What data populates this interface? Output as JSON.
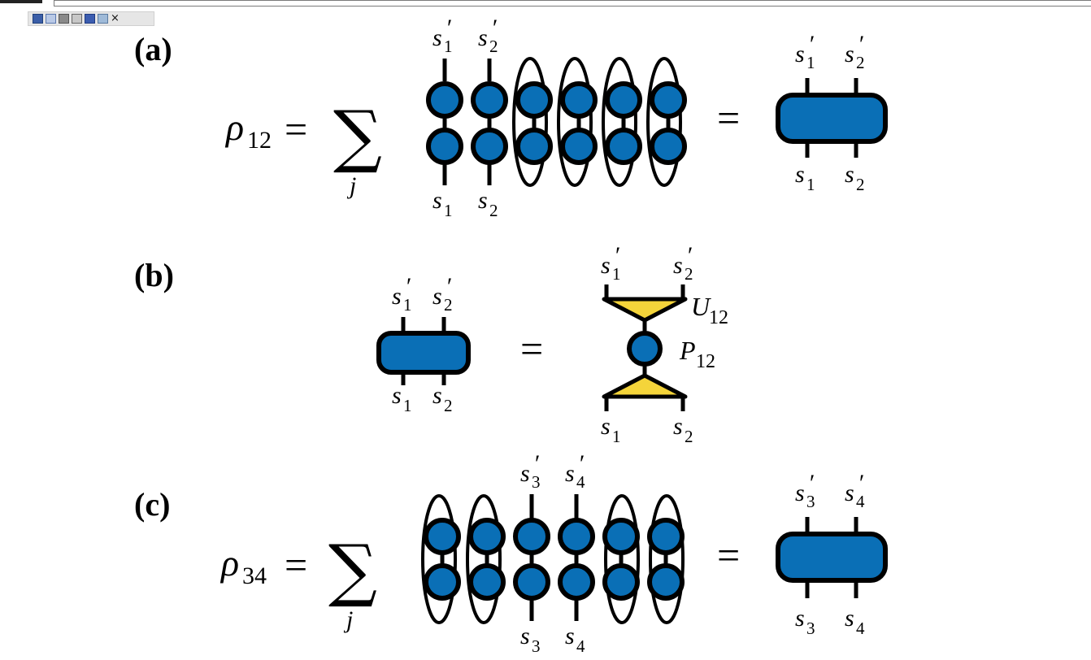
{
  "toolbar": {
    "icons": [
      "save-icon",
      "copy-icon",
      "print-icon",
      "find-icon",
      "word-export-icon",
      "edit-icon"
    ],
    "close_symbol": "×"
  },
  "colors": {
    "node_fill": "#0a6fb6",
    "node_stroke": "#000000",
    "isometry_fill": "#f4d43a",
    "line": "#000000"
  },
  "panels": {
    "a": {
      "label": "(a)",
      "lhs": "ρ",
      "lhs_sub": "12",
      "equals": "=",
      "sum_symbol": "∑",
      "sum_index": "j",
      "top_legs": [
        {
          "base": "s",
          "sub": "1",
          "prime": "′"
        },
        {
          "base": "s",
          "sub": "2",
          "prime": "′"
        }
      ],
      "bottom_legs": [
        {
          "base": "s",
          "sub": "1"
        },
        {
          "base": "s",
          "sub": "2"
        }
      ],
      "rhs_equals": "=",
      "rhs_top_legs": [
        {
          "base": "s",
          "sub": "1",
          "prime": "′"
        },
        {
          "base": "s",
          "sub": "2",
          "prime": "′"
        }
      ],
      "rhs_bottom_legs": [
        {
          "base": "s",
          "sub": "1"
        },
        {
          "base": "s",
          "sub": "2"
        }
      ]
    },
    "b": {
      "label": "(b)",
      "top_legs": [
        {
          "base": "s",
          "sub": "1",
          "prime": "′"
        },
        {
          "base": "s",
          "sub": "2",
          "prime": "′"
        }
      ],
      "bottom_legs": [
        {
          "base": "s",
          "sub": "1"
        },
        {
          "base": "s",
          "sub": "2"
        }
      ],
      "equals": "=",
      "rhs_top_legs": [
        {
          "base": "s",
          "sub": "1",
          "prime": "′"
        },
        {
          "base": "s",
          "sub": "2",
          "prime": "′"
        }
      ],
      "rhs_bottom_legs": [
        {
          "base": "s",
          "sub": "1"
        },
        {
          "base": "s",
          "sub": "2"
        }
      ],
      "u_label": {
        "base": "U",
        "sub": "12"
      },
      "p_label": {
        "base": "P",
        "sub": "12"
      }
    },
    "c": {
      "label": "(c)",
      "lhs": "ρ",
      "lhs_sub": "34",
      "equals": "=",
      "sum_symbol": "∑",
      "sum_index": "j",
      "top_legs": [
        {
          "base": "s",
          "sub": "3",
          "prime": "′"
        },
        {
          "base": "s",
          "sub": "4",
          "prime": "′"
        }
      ],
      "bottom_legs": [
        {
          "base": "s",
          "sub": "3"
        },
        {
          "base": "s",
          "sub": "4"
        }
      ],
      "rhs_equals": "=",
      "rhs_top_legs": [
        {
          "base": "s",
          "sub": "3",
          "prime": "′"
        },
        {
          "base": "s",
          "sub": "4",
          "prime": "′"
        }
      ],
      "rhs_bottom_legs": [
        {
          "base": "s",
          "sub": "3"
        },
        {
          "base": "s",
          "sub": "4"
        }
      ]
    }
  }
}
